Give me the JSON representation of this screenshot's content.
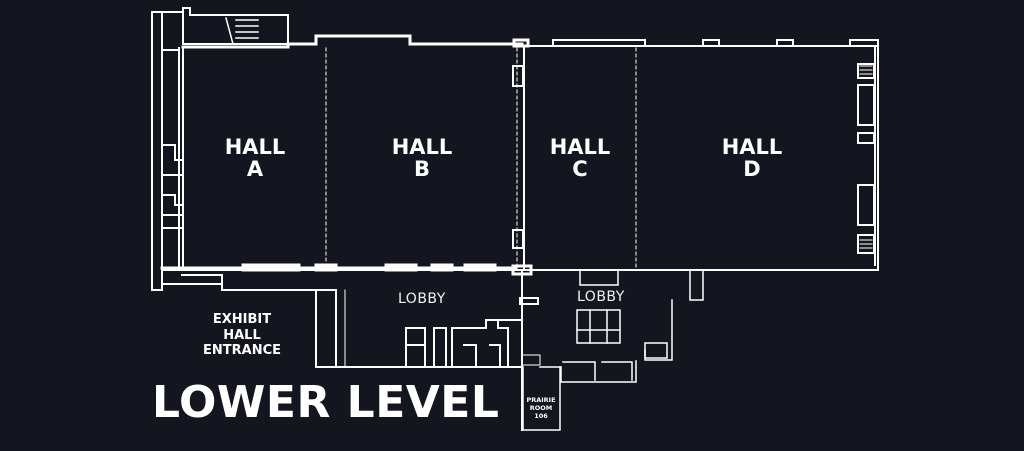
{
  "map": {
    "title": "LOWER LEVEL",
    "background_color": "#14161f",
    "line_color": "#ffffff",
    "halls": [
      {
        "name": "HALL",
        "letter": "A"
      },
      {
        "name": "HALL",
        "letter": "B"
      },
      {
        "name": "HALL",
        "letter": "C"
      },
      {
        "name": "HALL",
        "letter": "D"
      }
    ],
    "lobbies": [
      {
        "label": "LOBBY"
      },
      {
        "label": "LOBBY"
      }
    ],
    "exhibit_entrance": {
      "line1": "EXHIBIT",
      "line2": "HALL",
      "line3": "ENTRANCE"
    },
    "prairie_room": {
      "line1": "PRAIRIE",
      "line2": "ROOM",
      "line3": "106"
    }
  }
}
